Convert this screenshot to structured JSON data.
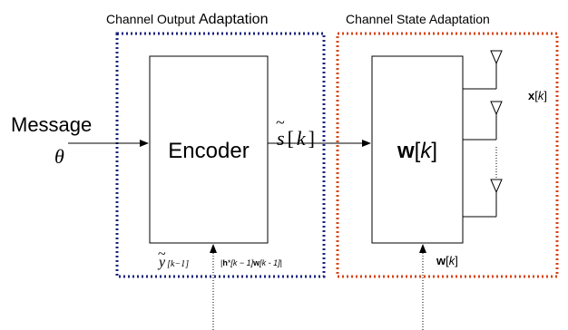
{
  "section_left": {
    "title_part1": "Channel Output ",
    "title_part2": "Adaptation"
  },
  "section_right": {
    "title": "Channel State Adaptation"
  },
  "input": {
    "label": "Message",
    "symbol": "θ"
  },
  "encoder": {
    "label": "Encoder"
  },
  "signal": {
    "tilde_char": "~",
    "symbol": "s",
    "index_open": "[",
    "index_var": "k",
    "index_close": "]"
  },
  "feedback": {
    "y_symbol": "y",
    "y_index": "[k−1]",
    "norm_text": "|h*[k − 1]w[k - 1]|",
    "norm_parts": {
      "open": "|",
      "h": "h",
      "star": "*",
      "h_arg": "[k − 1]",
      "w": "w",
      "w_arg": "[k - 1]",
      "close": "|"
    }
  },
  "beamformer": {
    "bold": "w",
    "bracket_open": "[",
    "var": "k",
    "bracket_close": "]"
  },
  "state_input": {
    "bold": "w",
    "bracket_open": "[",
    "var": "k",
    "bracket_close": "]"
  },
  "output": {
    "bold": "x",
    "bracket_open": "[",
    "var": "k",
    "bracket_close": "]"
  },
  "antenna_symbol": "antenna-icon",
  "colors": {
    "left_box_border": "#1a237e",
    "right_box_border": "#d84315",
    "stroke": "#000000",
    "text": "#000000"
  }
}
